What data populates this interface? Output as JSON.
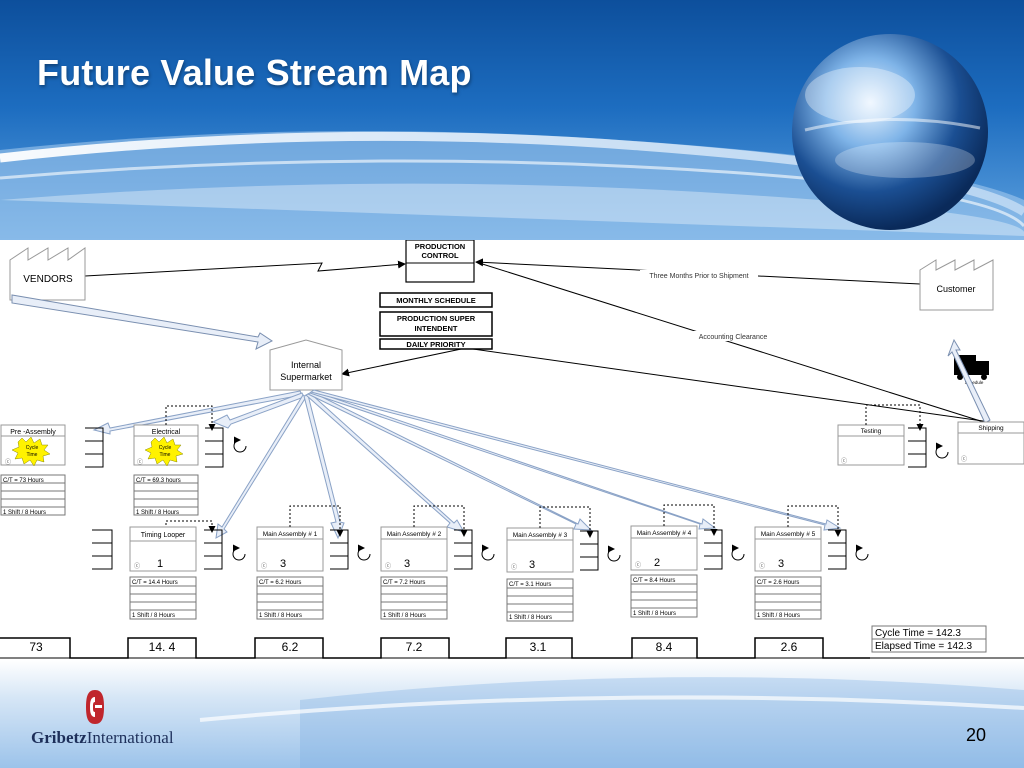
{
  "slide": {
    "title": "Future Value Stream Map",
    "page_number": "20",
    "logo": {
      "bold": "Gribetz",
      "rest": "International"
    }
  },
  "vsm": {
    "production_control": [
      "PRODUCTION",
      "CONTROL"
    ],
    "vendors": "VENDORS",
    "customer": "Customer",
    "monthly_schedule": "MONTHLY SCHEDULE",
    "production_super": [
      "PRODUCTION SUPER",
      "INTENDENT"
    ],
    "daily_priority": "DAILY PRIORITY",
    "three_months": "Three Months Prior to Shipment",
    "accounting": "Accounting Clearance",
    "truck_label": "Schedule",
    "internal_supermarket": [
      "Internal",
      "Supermarket"
    ],
    "kaizen": [
      "Cycle",
      "Time"
    ],
    "processes": [
      {
        "name": "Pre -Assembly",
        "ct": "C/T = 73 Hours",
        "shift": "1 Shift / 8 Hours",
        "operators": ""
      },
      {
        "name": "Electrical",
        "ct": "C/T = 69.3 hours",
        "shift": "1 Shift / 8 Hours",
        "operators": ""
      },
      {
        "name": "Timing Looper",
        "ct": "C/T = 14.4 Hours",
        "shift": "1 Shift / 8 Hours",
        "operators": "1"
      },
      {
        "name": "Main Assembly # 1",
        "ct": "C/T = 6.2 Hours",
        "shift": "1 Shift / 8 Hours",
        "operators": "3"
      },
      {
        "name": "Main Assembly # 2",
        "ct": "C/T = 7.2 Hours",
        "shift": "1 Shift / 8 Hours",
        "operators": "3"
      },
      {
        "name": "Main Assembly # 3",
        "ct": "C/T = 3.1 Hours",
        "shift": "1 Shift / 8 Hours",
        "operators": "3"
      },
      {
        "name": "Main Assembly # 4",
        "ct": "C/T = 8.4 Hours",
        "shift": "1 Shift / 8 Hours",
        "operators": "2"
      },
      {
        "name": "Main Assembly # 5",
        "ct": "C/T = 2.6 Hours",
        "shift": "1 Shift / 8 Hours",
        "operators": "3"
      },
      {
        "name": "Testing",
        "ct": "",
        "shift": "",
        "operators": ""
      },
      {
        "name": "Shipping",
        "ct": "",
        "shift": "",
        "operators": ""
      }
    ],
    "timeline": [
      "73",
      "14. 4",
      "6.2",
      "7.2",
      "3.1",
      "8.4",
      "2.6"
    ],
    "summary": {
      "cycle": "Cycle Time = 142.3",
      "elapsed": "Elapsed Time = 142.3"
    }
  }
}
